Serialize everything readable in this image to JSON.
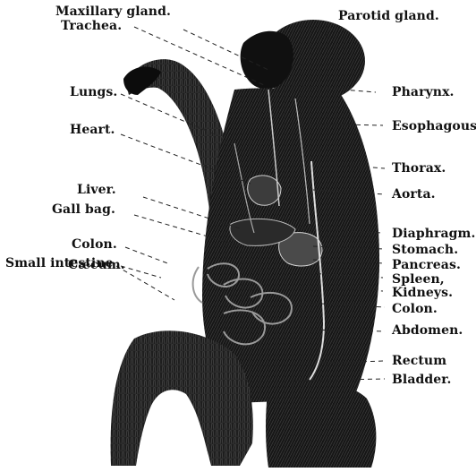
{
  "colors": {
    "ink": "#111111",
    "background": "#ffffff",
    "leader": "#222222"
  },
  "labels": {
    "left": {
      "maxillary_gland": "Maxillary gland.",
      "trachea": "Trachea.",
      "lungs": "Lungs.",
      "heart": "Heart.",
      "liver": "Liver.",
      "gall_bag": "Gall bag.",
      "colon": "Colon.",
      "caecum": "Cæcum.",
      "small_intestine": "Small intestine"
    },
    "right": {
      "parotid_gland": "Parotid gland.",
      "pharynx": "Pharynx.",
      "esophagous": "Esophagous.",
      "thorax": "Thorax.",
      "aorta": "Aorta.",
      "diaphragm": "Diaphragm.",
      "stomach": "Stomach.",
      "pancreas": "Pancreas.",
      "spleen": "Spleen,",
      "kidneys": "Kidneys.",
      "colon": "Colon.",
      "abdomen": "Abdomen.",
      "rectum": "Rectum",
      "bladder": "Bladder."
    }
  }
}
